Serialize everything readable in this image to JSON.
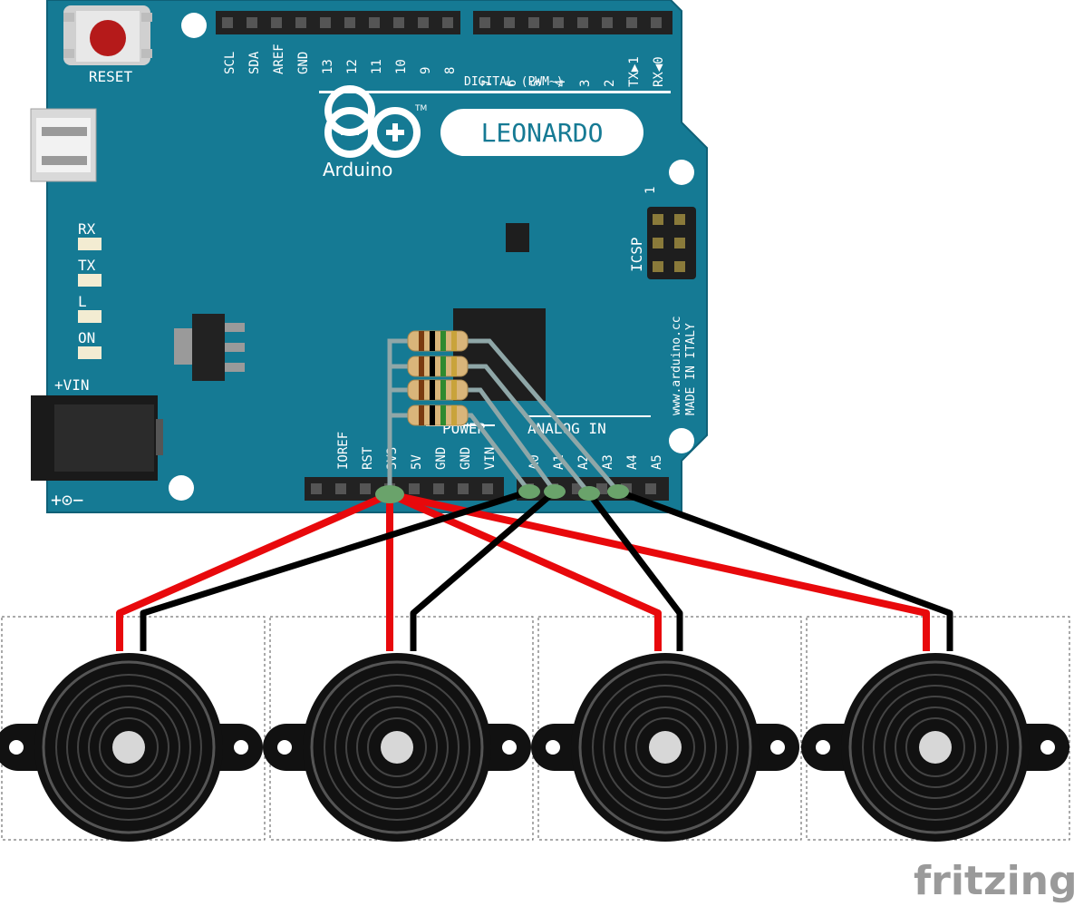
{
  "board": {
    "reset_label": "RESET",
    "brand": "Arduino",
    "model": "LEONARDO",
    "digital_section": "DIGITAL (PWM~)",
    "power_section": "POWER",
    "analog_section": "ANALOG IN",
    "icsp_label": "ICSP",
    "icsp_pin1": "1",
    "website": "www.arduino.cc",
    "made_in": "MADE IN ITALY",
    "vin_label": "+VIN",
    "leds": [
      "RX",
      "TX",
      "L",
      "ON"
    ],
    "digital_pins_left": [
      "SCL",
      "SDA",
      "AREF",
      "GND",
      "13",
      "12",
      "11",
      "10",
      "9",
      "8"
    ],
    "digital_pins_right": [
      "7",
      "6",
      "5",
      "4",
      "3",
      "2",
      "TX▶1",
      "RX◀0"
    ],
    "power_pins": [
      "IOREF",
      "RST",
      "3V3",
      "5V",
      "GND",
      "GND",
      "VIN"
    ],
    "analog_pins": [
      "A0",
      "A1",
      "A2",
      "A3",
      "A4",
      "A5"
    ],
    "colors": {
      "pcb": "#157a94",
      "reset_button": "#b51a1a",
      "header": "#222222"
    }
  },
  "components": {
    "resistor_count": 4,
    "buzzer_count": 4,
    "wire_colors": {
      "power": "#e8090c",
      "ground": "#000000",
      "signal": "#8fa7a8",
      "pin_highlight": "#6aa36b"
    }
  },
  "watermark": "fritzing"
}
